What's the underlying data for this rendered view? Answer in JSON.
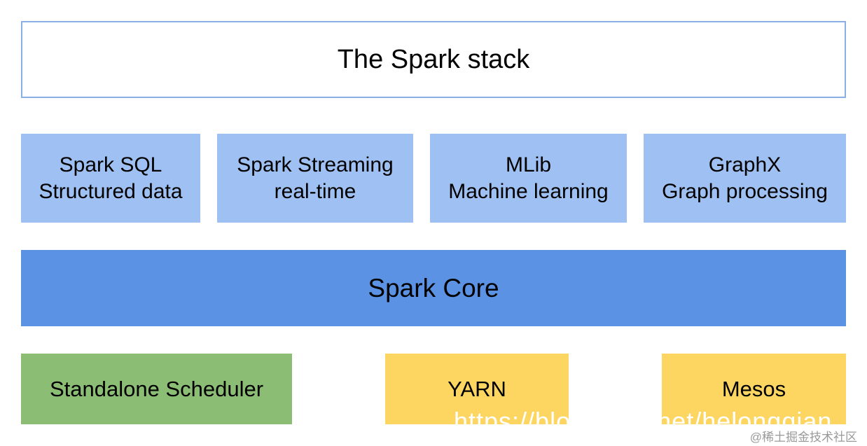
{
  "title": "The Spark stack",
  "modules": [
    {
      "line1": "Spark SQL",
      "line2": "Structured data"
    },
    {
      "line1": "Spark Streaming",
      "line2": "real-time"
    },
    {
      "line1": "MLib",
      "line2": "Machine learning"
    },
    {
      "line1": "GraphX",
      "line2": "Graph processing"
    }
  ],
  "core": "Spark Core",
  "cluster_managers": [
    "Standalone Scheduler",
    "YARN",
    "Mesos"
  ],
  "watermark": "https://blog.csdn.net/helongqian",
  "watermark2": "@稀土掘金技术社区",
  "colors": {
    "module": "#9fc0f2",
    "core": "#5c92e3",
    "standalone": "#8bbd74",
    "yarn_mesos": "#fdd662",
    "title_border": "#8ab0e6"
  }
}
